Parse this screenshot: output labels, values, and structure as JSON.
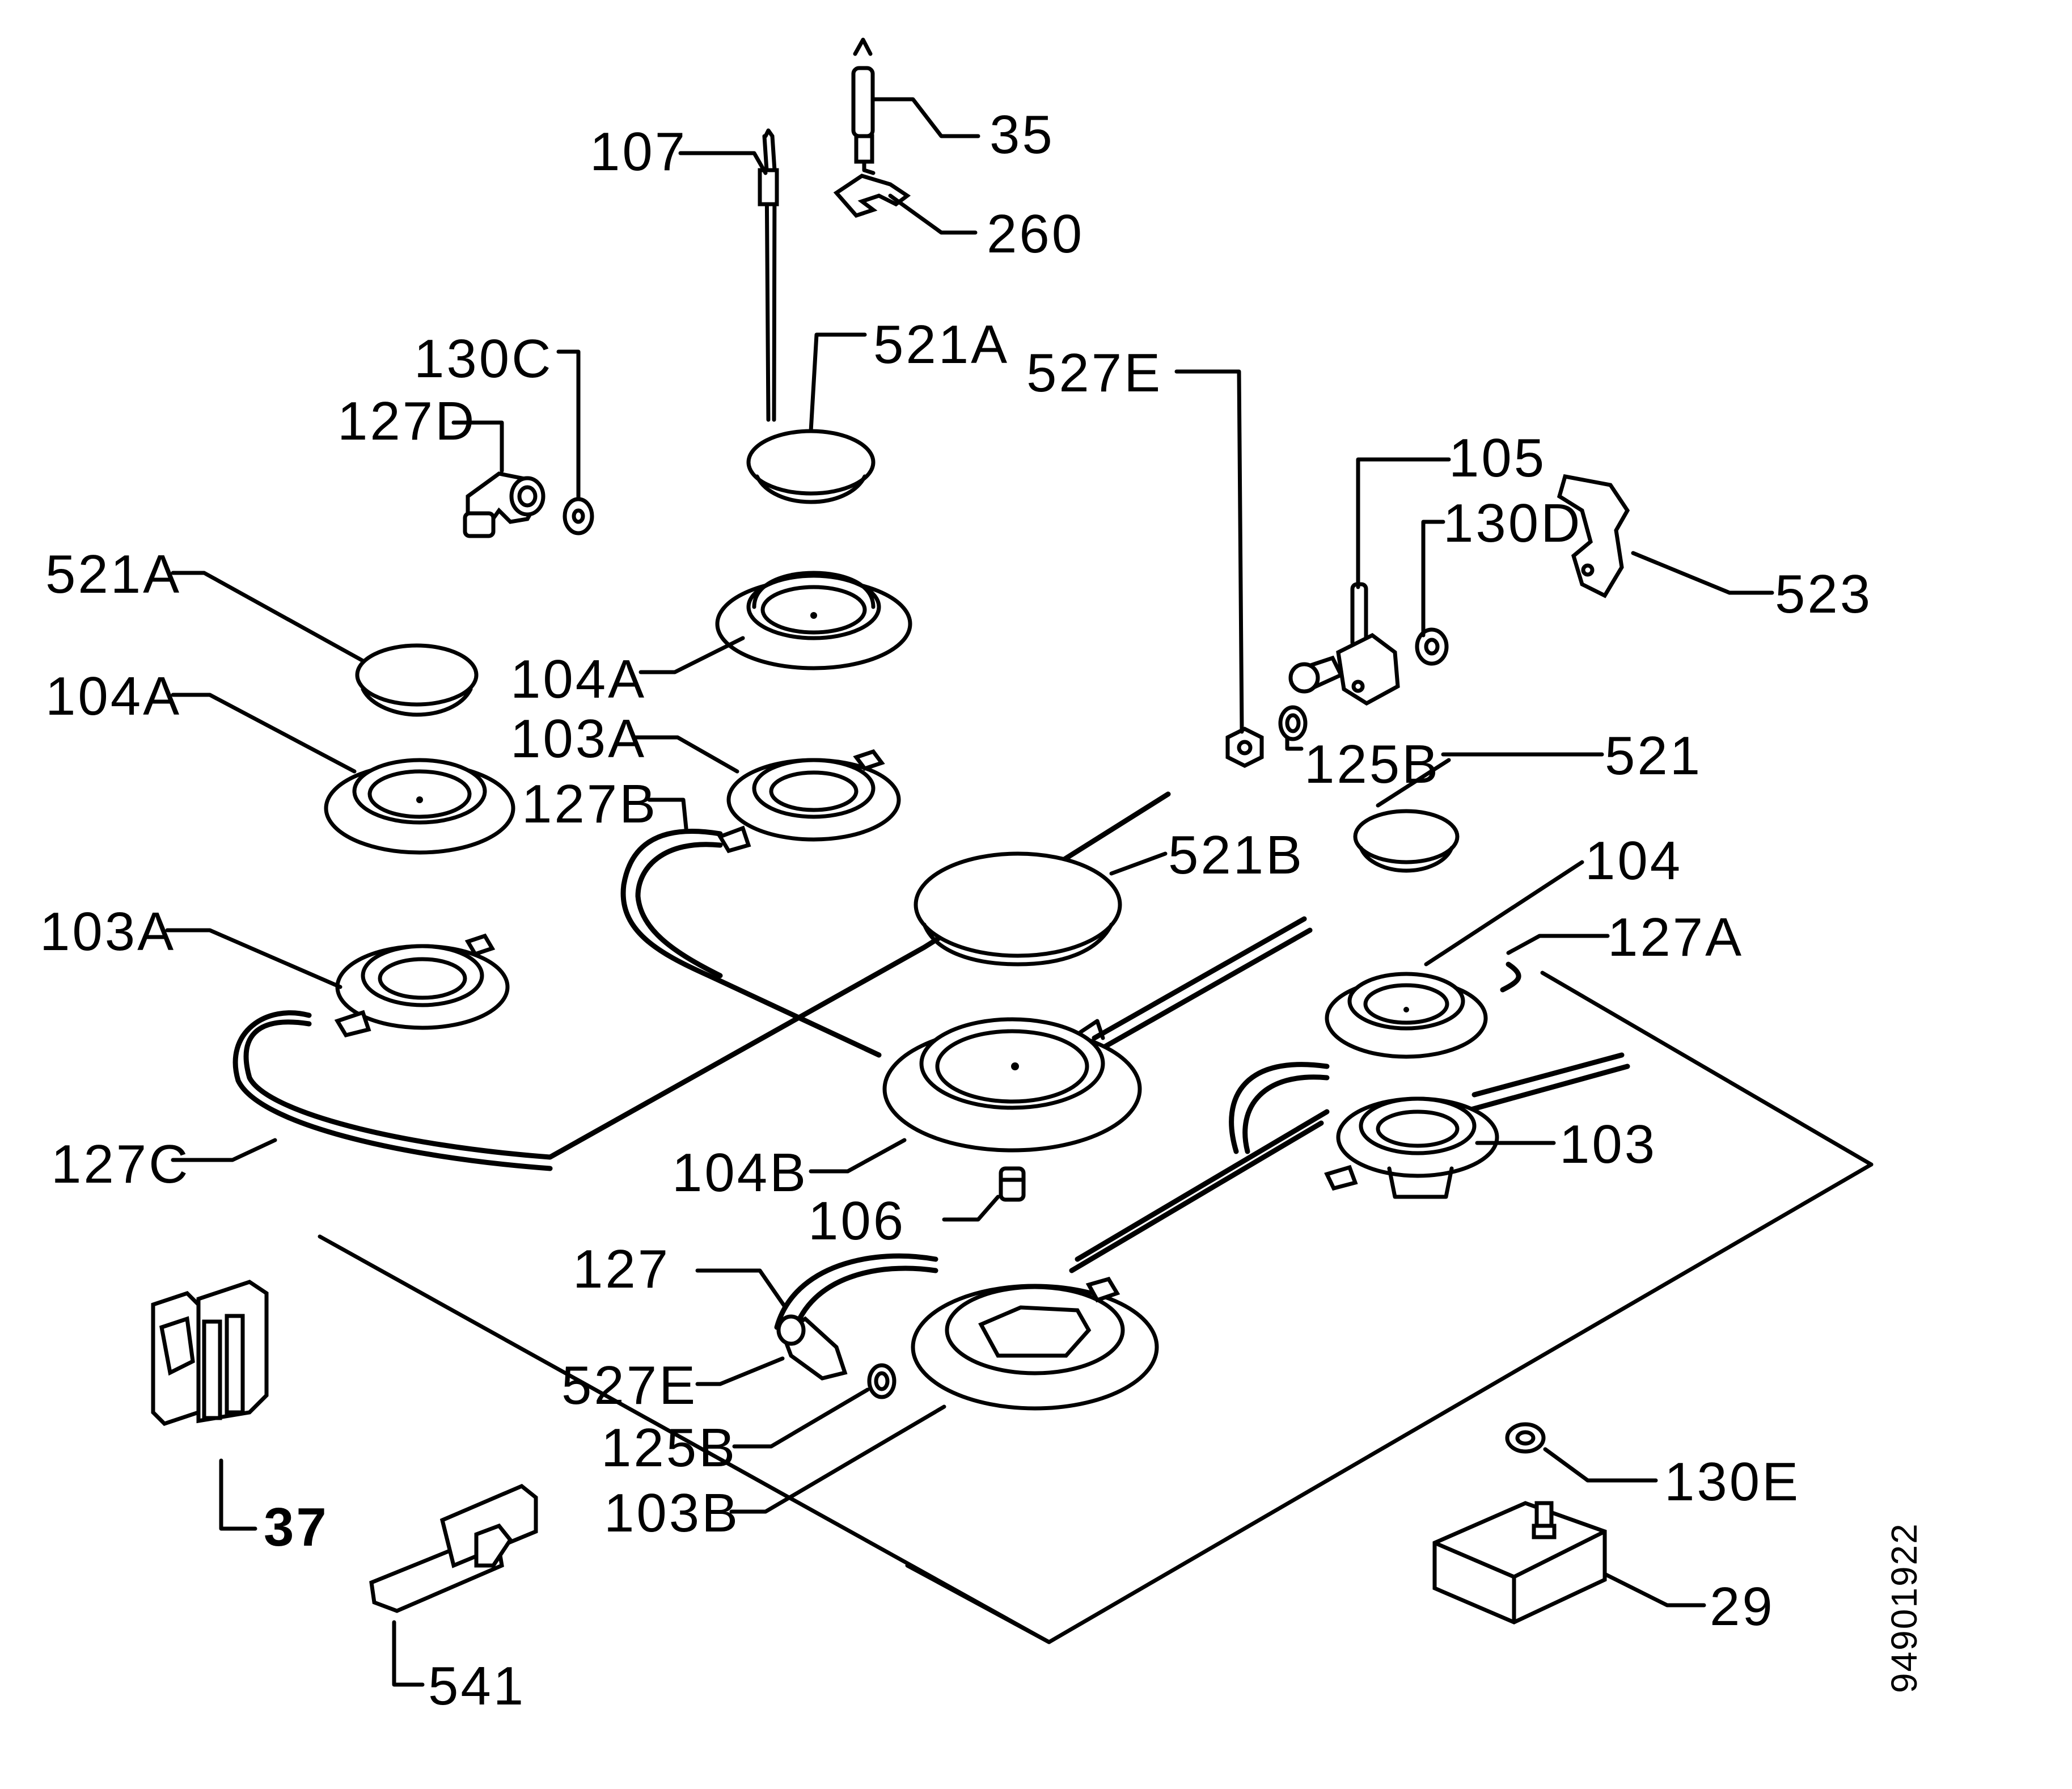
{
  "diagram": {
    "labels": {
      "l35": "35",
      "l107": "107",
      "l260": "260",
      "l521A_top": "521A",
      "l130C": "130C",
      "l127D": "127D",
      "l527E_top": "527E",
      "l105": "105",
      "l130D": "130D",
      "l523": "523",
      "l521A_left": "521A",
      "l104A_mid": "104A",
      "l104A_left": "104A",
      "l103A_mid": "103A",
      "l127B": "127B",
      "l125B_top": "125B",
      "l521": "521",
      "l521B": "521B",
      "l104": "104",
      "l127A": "127A",
      "l103A_left": "103A",
      "l127C": "127C",
      "l104B": "104B",
      "l103": "103",
      "l106": "106",
      "l127": "127",
      "l527E_bottom": "527E",
      "l125B_bottom": "125B",
      "l103B": "103B",
      "l37": "37",
      "l130E": "130E",
      "l29": "29",
      "l541": "541"
    },
    "document_number": "94901922"
  }
}
